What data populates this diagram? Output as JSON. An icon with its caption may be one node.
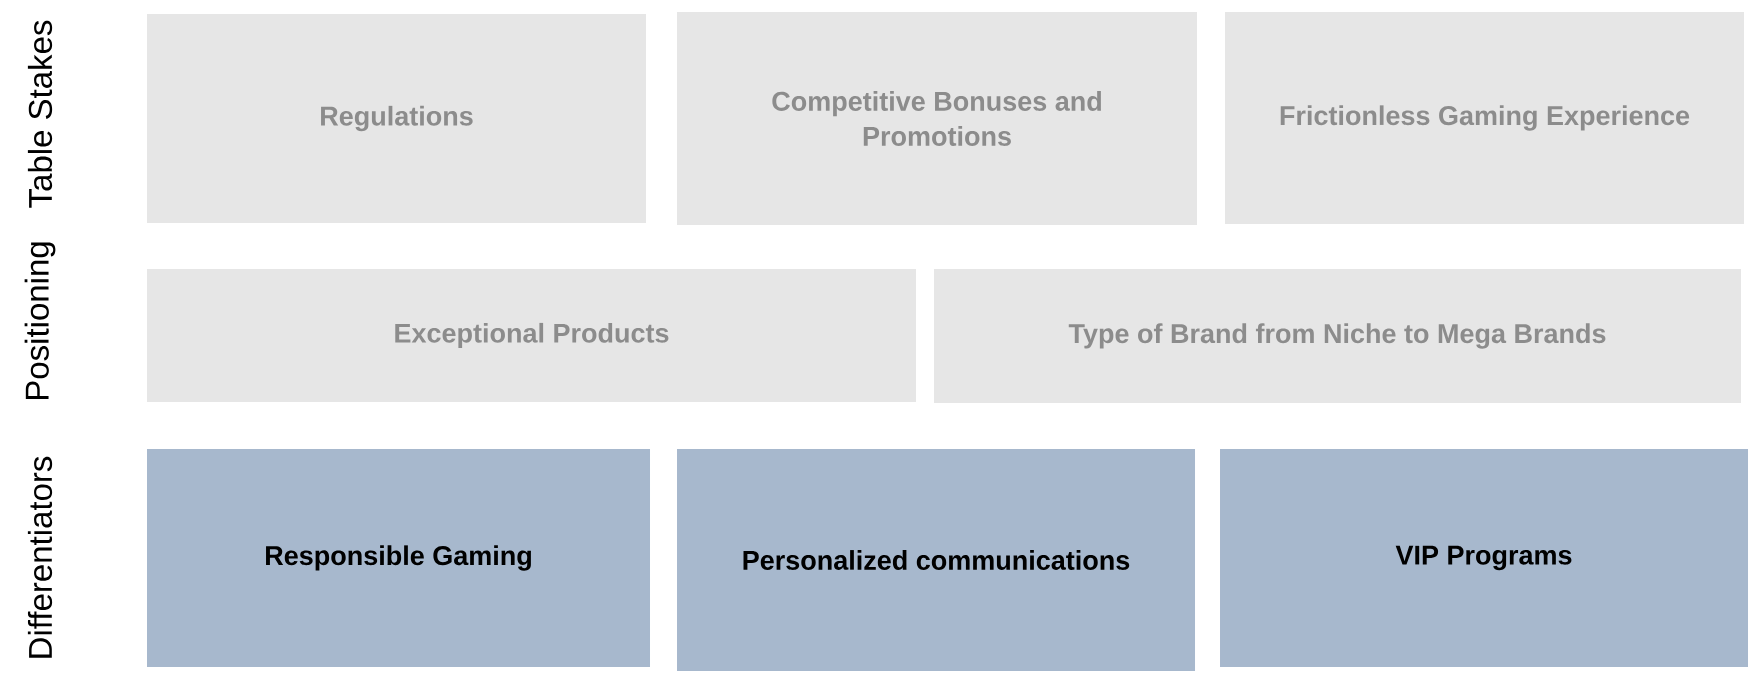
{
  "diagram": {
    "nodes": [
      {
        "text": [
          "Regulations"
        ]
      },
      {
        "text": [
          "Competitive Bonuses and Promotions"
        ]
      },
      {
        "text": [
          "Frictionless Gaming Experience"
        ]
      },
      {
        "text": [
          "Exceptional Products"
        ]
      },
      {
        "text": [
          "Type of Brand from Niche to Mega Brands"
        ]
      },
      {
        "text": [
          "Responsible Gaming"
        ]
      },
      {
        "text": [
          "Personalized communications"
        ]
      },
      {
        "text": [
          "VIP Programs"
        ]
      }
    ],
    "labels": [
      "Table Stakes",
      "Positioning",
      "Differentiators"
    ]
  }
}
